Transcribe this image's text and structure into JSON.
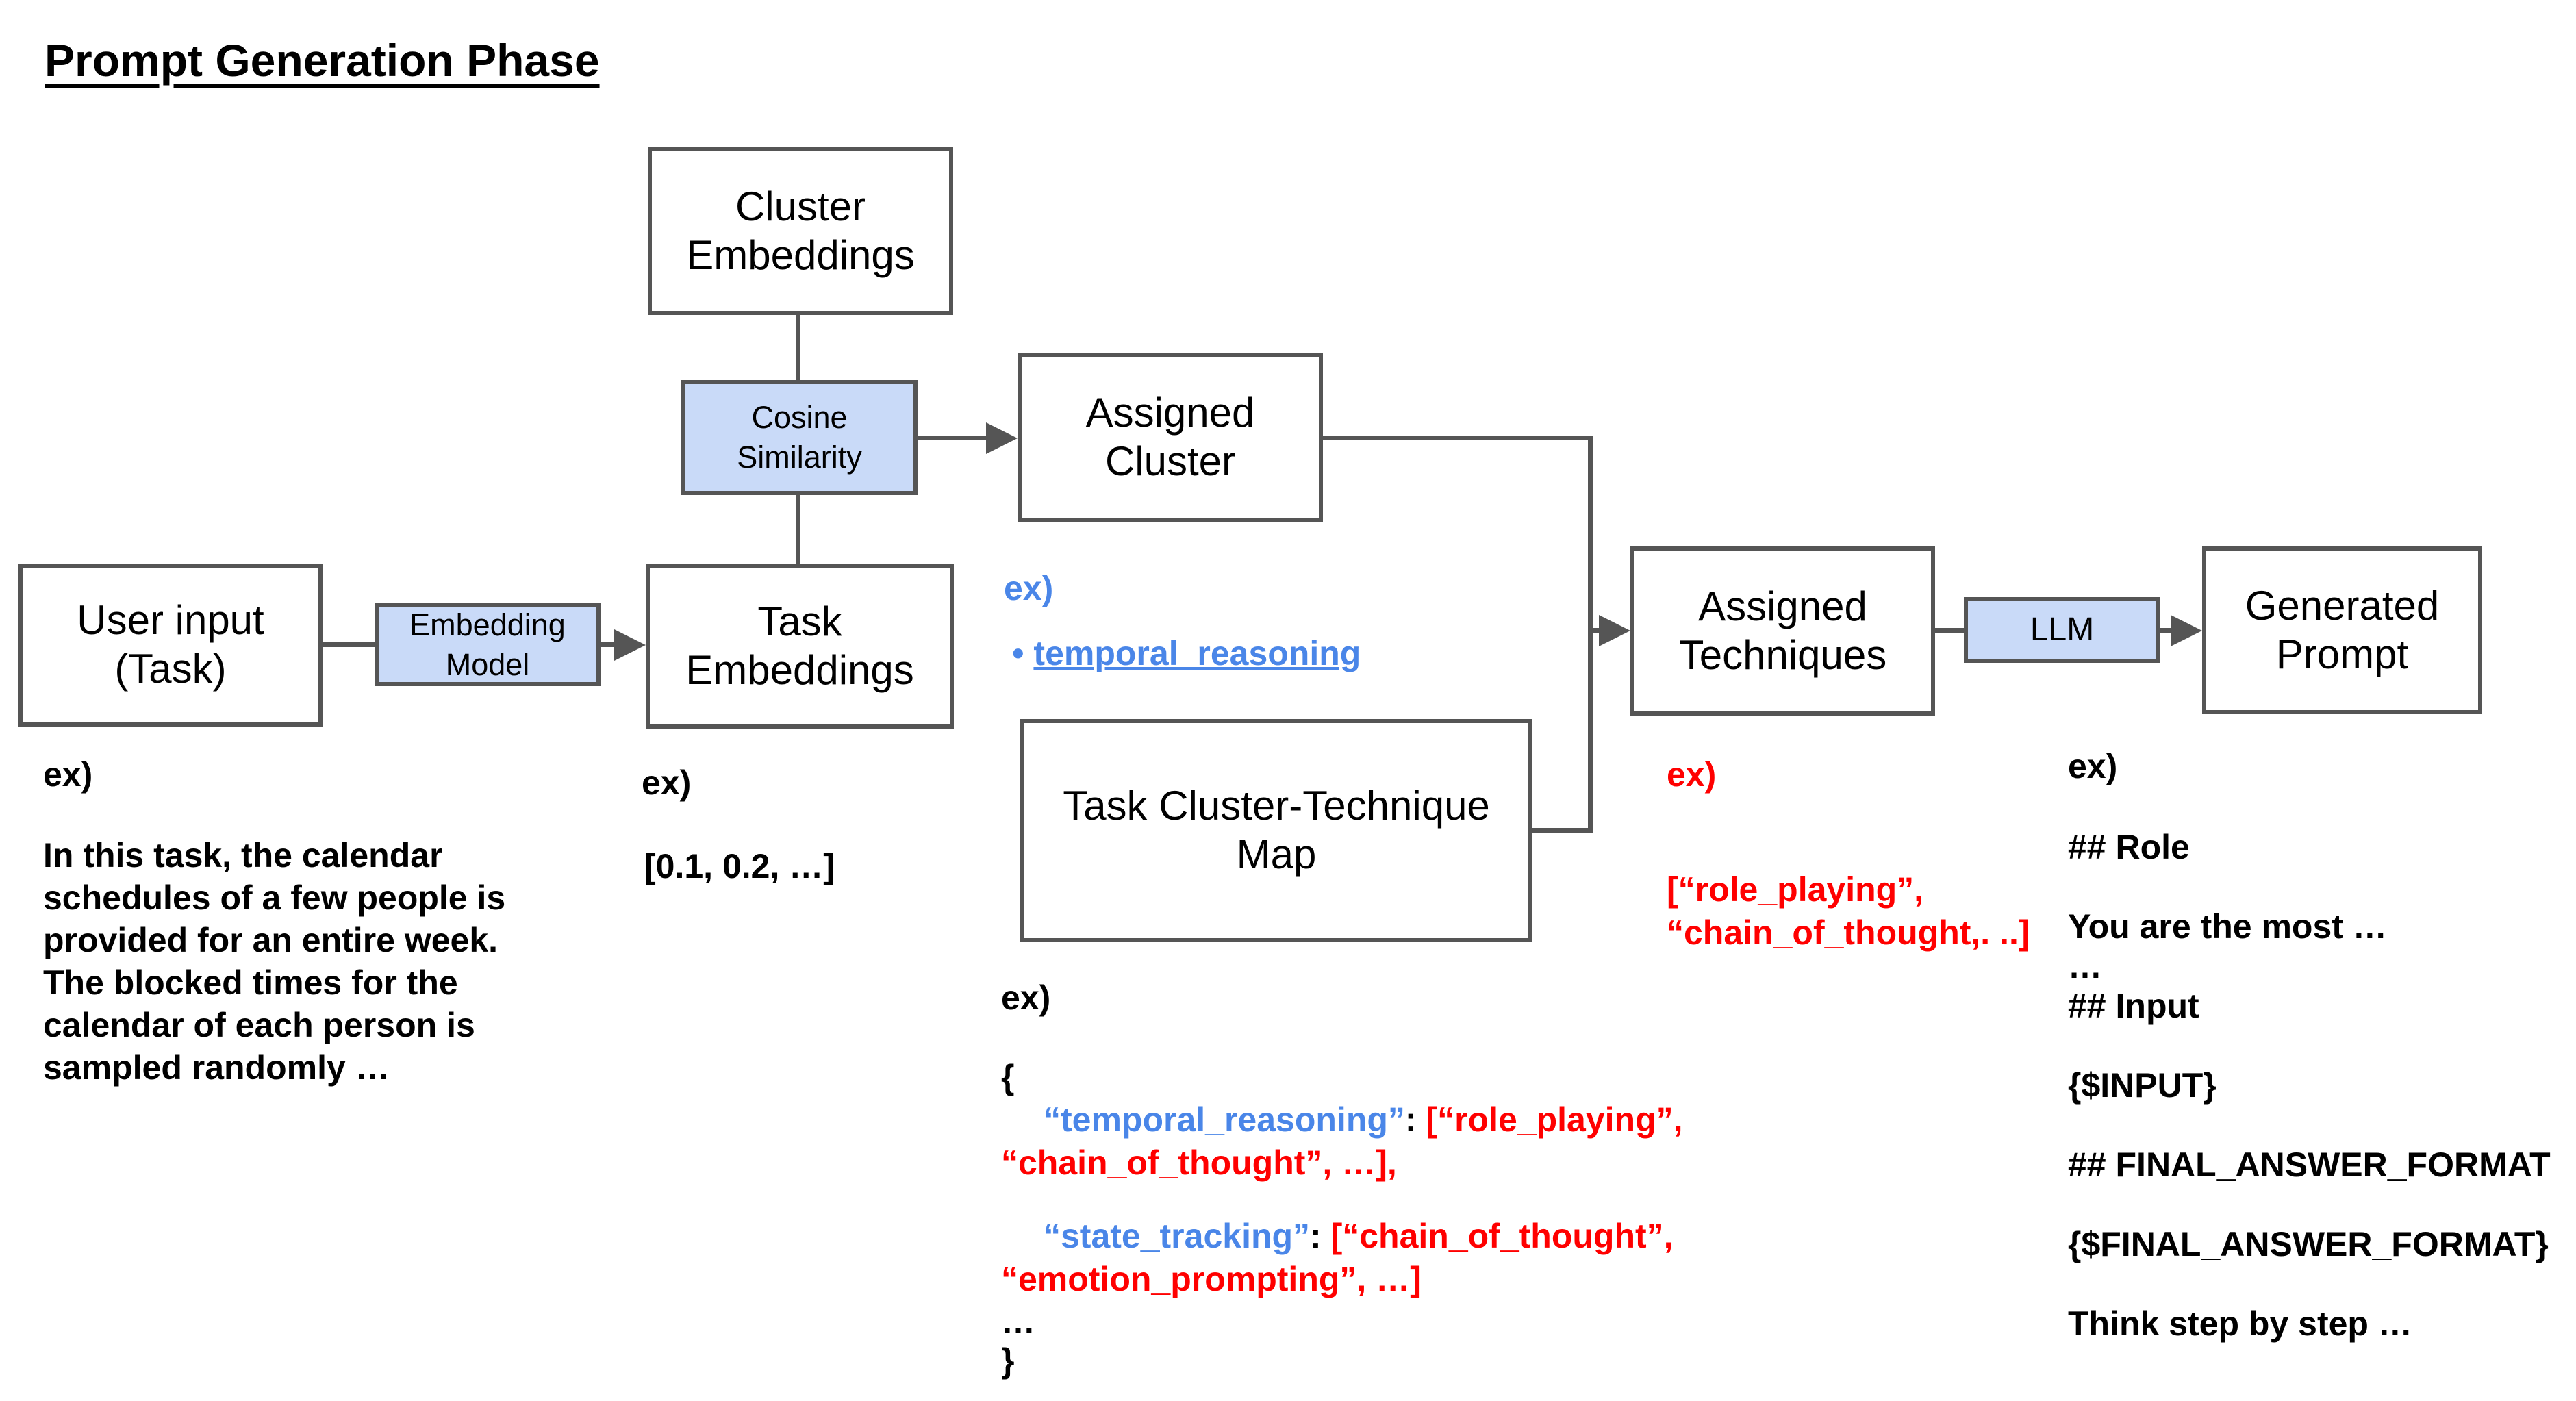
{
  "title": "Prompt Generation Phase",
  "colors": {
    "box_border_gray": "#555555",
    "blue_box_fill": "#c9daf8",
    "accent_blue": "#4a86e8",
    "red": "#ff0000"
  },
  "boxes": {
    "cluster_embeddings": "Cluster Embeddings",
    "cosine_similarity": "Cosine Similarity",
    "assigned_cluster": "Assigned Cluster",
    "user_input": "User input (Task)",
    "embedding_model": "Embedding Model",
    "task_embeddings": "Task Embeddings",
    "task_cluster_technique_map": "Task Cluster-Technique Map",
    "assigned_techniques": "Assigned Techniques",
    "llm": "LLM",
    "generated_prompt": "Generated Prompt"
  },
  "examples": {
    "ex_label": "ex)",
    "user_input_text": "In this task, the calendar\nschedules of a few people is\nprovided for an entire week.\nThe blocked times for the\ncalendar of each person is\nsampled randomly …",
    "task_embedding_vector": "[0.1, 0.2, …]",
    "assigned_cluster_bullet": "•",
    "assigned_cluster_link": "temporal_reasoning",
    "assigned_techniques_list": "[“role_playing”,\n“chain_of_thought,. ..]",
    "map_open_brace": "{",
    "map_entry1_key": "“temporal_reasoning”",
    "map_entry1_sep": ": ",
    "map_entry1_value": "[“role_playing”,",
    "map_entry1_value2": "“chain_of_thought”, …],",
    "map_entry2_key": "“state_tracking”",
    "map_entry2_sep": ": ",
    "map_entry2_value": "[“chain_of_thought”,",
    "map_entry2_value2": "“emotion_prompting”, …]",
    "map_ellipsis": "…",
    "map_close_brace": "}",
    "generated_prompt_text": "## Role\n\nYou are the most …\n…\n## Input\n\n{$INPUT}\n\n## FINAL_ANSWER_FORMAT\n\n{$FINAL_ANSWER_FORMAT}\n\nThink step by step …"
  }
}
